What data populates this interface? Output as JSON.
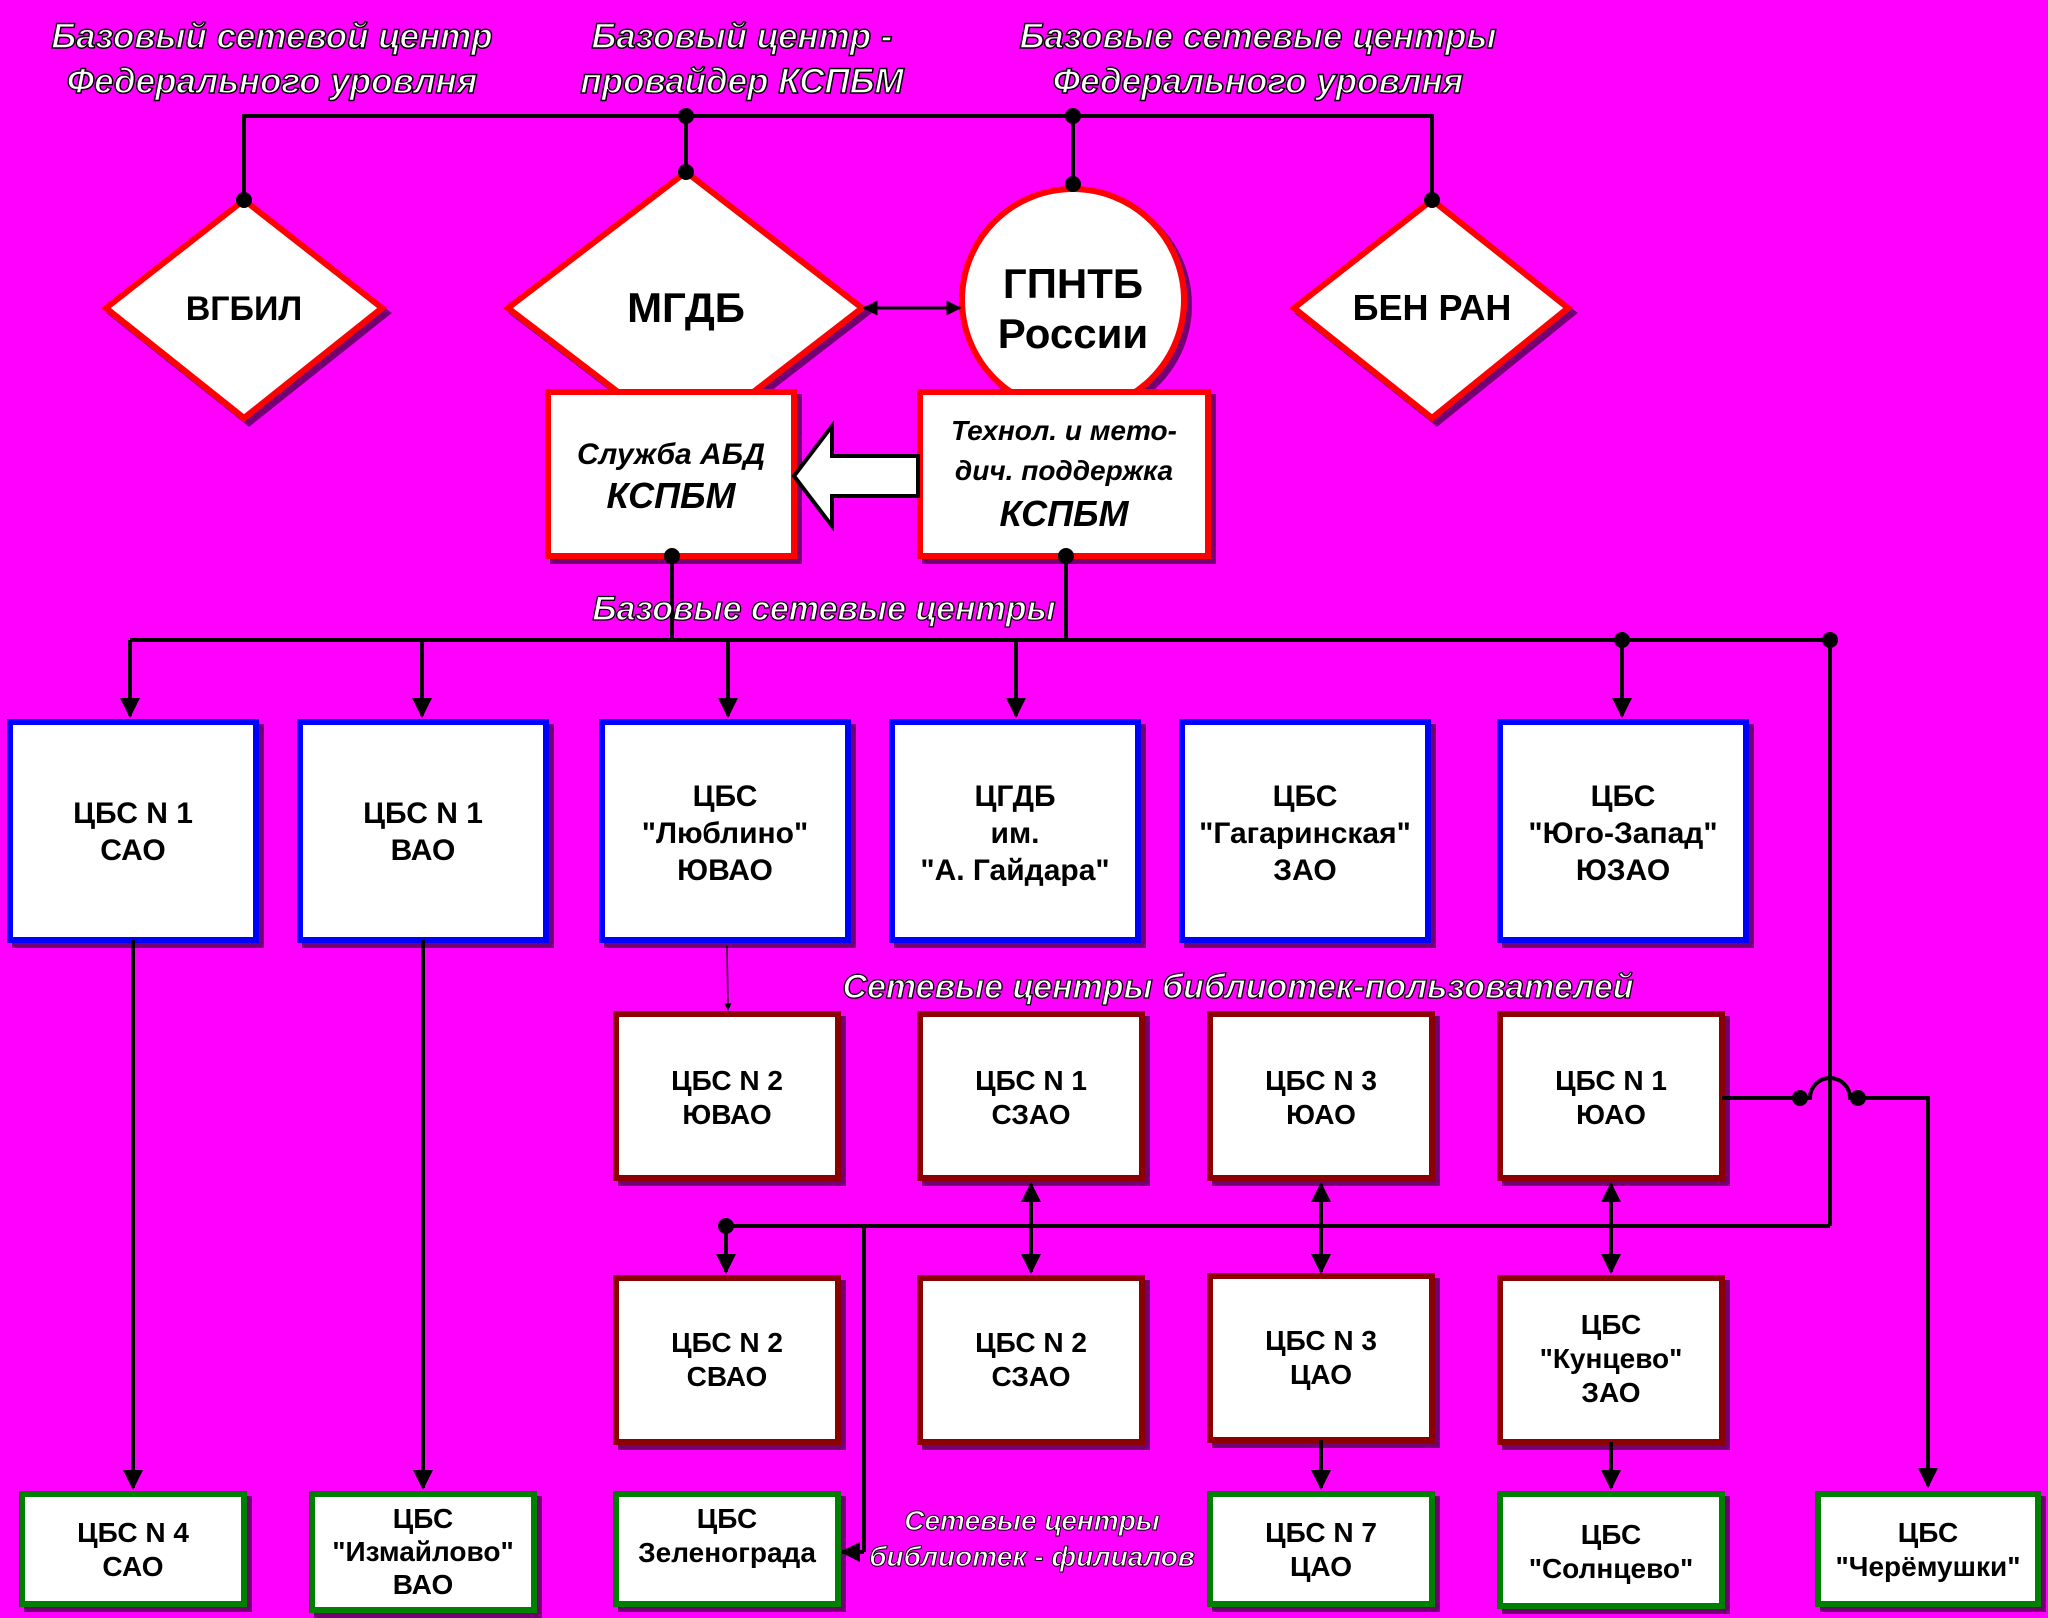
{
  "colors": {
    "background": "#FF00FF",
    "federal_border": "#FF0000",
    "base_border": "#0000FF",
    "user_border": "#8B0000",
    "branch_border": "#008000"
  },
  "headings": {
    "left": [
      "Базовый сетевой центр",
      "Федерального уровлня"
    ],
    "center": [
      "Базовый центр -",
      "провайдер КСПБМ"
    ],
    "right": [
      "Базовые сетевые центры",
      "Федерального уровлня"
    ],
    "base_centers": "Базовые сетевые центры",
    "user_centers": "Сетевые центры библиотек-пользователей",
    "branch_centers": [
      "Сетевые центры",
      "библиотек - филиалов"
    ]
  },
  "federal": {
    "vgbil": "ВГБИЛ",
    "mgdb": "МГДБ",
    "gpntb": [
      "ГПНТБ",
      "России"
    ],
    "ben_ran": "БЕН РАН"
  },
  "services": {
    "abd": [
      "Служба АБД",
      "КСПБМ"
    ],
    "tech": [
      "Технол. и мето-",
      "дич. поддержка",
      "КСПБМ"
    ]
  },
  "base_centers": [
    [
      "ЦБС N 1",
      "САО"
    ],
    [
      "ЦБС N 1",
      "ВАО"
    ],
    [
      "ЦБС",
      "\"Люблино\"",
      "ЮВАО"
    ],
    [
      "ЦГДБ",
      "им.",
      "\"А. Гайдара\""
    ],
    [
      "ЦБС",
      "\"Гагаринская\"",
      "ЗАО"
    ],
    [
      "ЦБС",
      "\"Юго-Запад\"",
      "ЮЗАО"
    ]
  ],
  "user_centers_row1": [
    [
      "ЦБС N 2",
      "ЮВАО"
    ],
    [
      "ЦБС N 1",
      "СЗАО"
    ],
    [
      "ЦБС N 3",
      "ЮАО"
    ],
    [
      "ЦБС N 1",
      "ЮАО"
    ]
  ],
  "user_centers_row2": [
    [
      "ЦБС N 2",
      "СВАО"
    ],
    [
      "ЦБС N 2",
      "СЗАО"
    ],
    [
      "ЦБС N 3",
      "ЦАО"
    ],
    [
      "ЦБС",
      "\"Кунцево\"",
      "ЗАО"
    ]
  ],
  "branches": [
    [
      "ЦБС N 4",
      "САО"
    ],
    [
      "ЦБС",
      "\"Измайлово\"",
      "ВАО"
    ],
    [
      "ЦБС",
      "Зеленограда"
    ],
    [
      "ЦБС N 7",
      "ЦАО"
    ],
    [
      "ЦБС",
      "\"Солнцево\""
    ],
    [
      "ЦБС",
      "\"Черёмушки\""
    ]
  ]
}
